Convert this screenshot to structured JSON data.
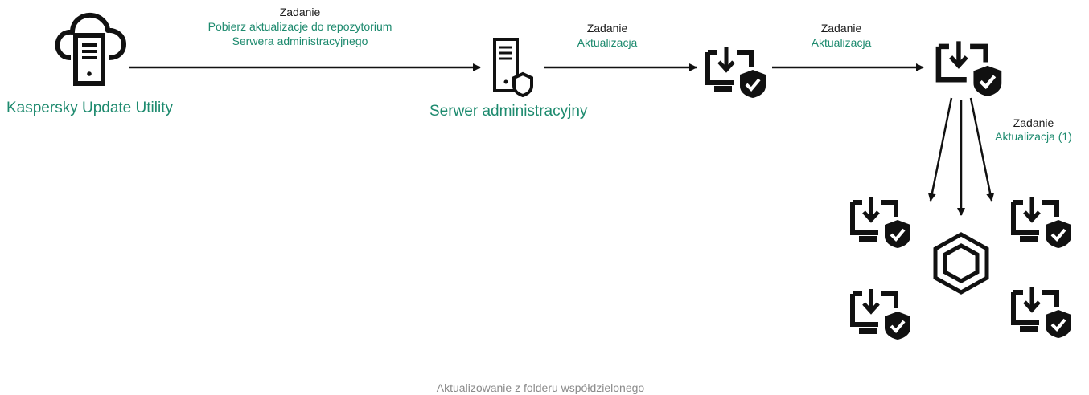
{
  "nodes": {
    "kuu_label": "Kaspersky Update Utility",
    "server_label": "Serwer administracyjny"
  },
  "tasks": [
    {
      "title": "Zadanie",
      "name_line1": "Pobierz aktualizacje do repozytorium",
      "name_line2": "Serwera administracyjnego"
    },
    {
      "title": "Zadanie",
      "name": "Aktualizacja"
    },
    {
      "title": "Zadanie",
      "name": "Aktualizacja"
    },
    {
      "title": "Zadanie",
      "name": "Aktualizacja (1)"
    }
  ],
  "caption": "Aktualizowanie z folderu współdzielonego",
  "colors": {
    "accent": "#1d8a6e",
    "ink": "#111111",
    "caption": "#8a8a8a"
  },
  "icons": [
    "cloud-server-icon",
    "admin-server-icon",
    "distribution-point-icon",
    "shared-folder-icon",
    "managed-device-icon"
  ]
}
